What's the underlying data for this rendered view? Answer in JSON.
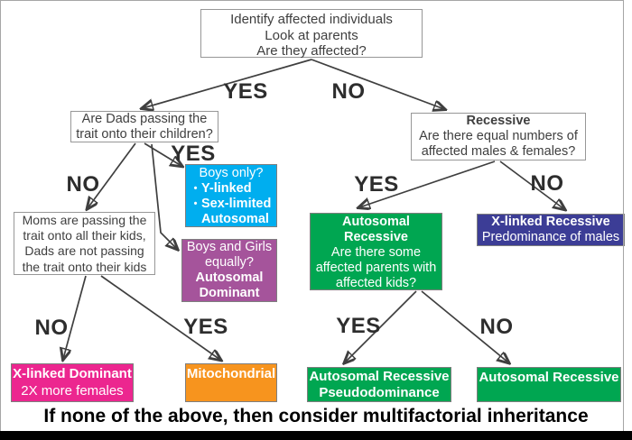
{
  "colors": {
    "cyan": "#00AEEF",
    "purple": "#A5549B",
    "green": "#00A651",
    "dark_blue": "#3C3D96",
    "pink": "#EC268F",
    "orange": "#F7941E",
    "arrow": "#3F3F3F",
    "bottom_bar": "#000000"
  },
  "bullet_char": "•",
  "boxes": {
    "root": {
      "line1": "Identify affected individuals",
      "line2": "Look at parents",
      "line3": "Are they affected?"
    },
    "dads": {
      "line1": "Are Dads passing the",
      "line2": "trait onto their children?"
    },
    "recessive": {
      "title": "Recessive",
      "line1": "Are there equal numbers of",
      "line2": "affected males & females?"
    },
    "boys_only": {
      "question": "Boys only?",
      "bullet1": "Y-linked",
      "bullet2": "Sex-limited",
      "bullet2_cont": "Autosomal"
    },
    "moms": {
      "line1": "Moms are passing the",
      "line2": "trait onto all their kids,",
      "line3": "Dads are not passing",
      "line4": "the trait onto their kids"
    },
    "boys_girls": {
      "line1": "Boys and Girls",
      "line2": "equally?",
      "result1": "Autosomal",
      "result2": "Dominant"
    },
    "ar_question": {
      "title1": "Autosomal",
      "title2": "Recessive",
      "line1": "Are there some",
      "line2": "affected parents with",
      "line3": "affected kids?"
    },
    "xlinked_recessive": {
      "title": "X-linked Recessive",
      "subtitle": "Predominance of males"
    },
    "xlinked_dominant": {
      "title": "X-linked Dominant",
      "subtitle": "2X more females"
    },
    "mitochondrial": {
      "title": "Mitochondrial"
    },
    "ar_pseudo": {
      "line1": "Autosomal Recessive",
      "line2": "Pseudodominance"
    },
    "ar_plain": {
      "title": "Autosomal Recessive"
    }
  },
  "branch_labels": {
    "root_yes": "YES",
    "root_no": "NO",
    "dads_yes": "YES",
    "dads_no": "NO",
    "recessive_yes": "YES",
    "recessive_no": "NO",
    "moms_no": "NO",
    "moms_yes": "YES",
    "ar_yes": "YES",
    "ar_no": "NO"
  },
  "footer": {
    "text": "If none of the above, then consider multifactorial inheritance"
  }
}
